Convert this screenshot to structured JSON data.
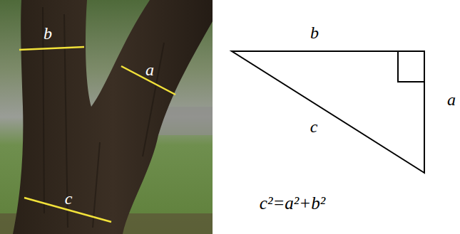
{
  "diagram": {
    "labels": [
      "b",
      "a",
      "c",
      "b",
      "a",
      "c",
      "c²=a²+b²"
    ]
  }
}
